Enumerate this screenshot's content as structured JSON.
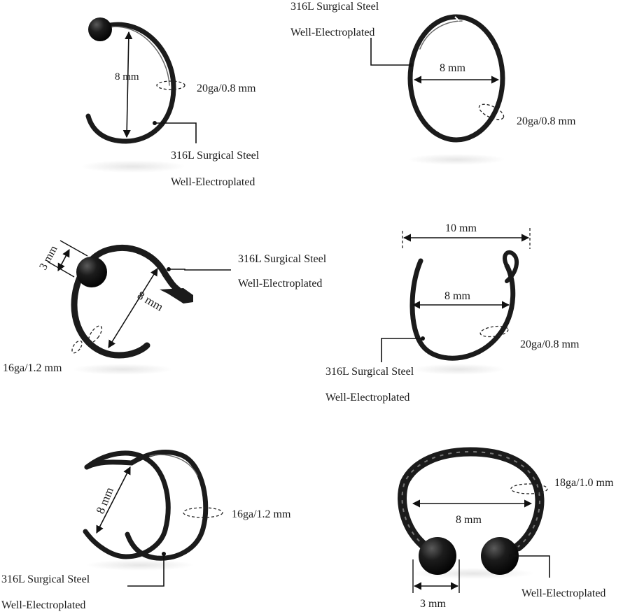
{
  "panels": {
    "p1": {
      "diameter": "8 mm",
      "gauge": "20ga/0.8 mm",
      "material": "316L Surgical Steel",
      "finish": "Well-Electroplated"
    },
    "p2": {
      "diameter": "8 mm",
      "gauge": "20ga/0.8 mm",
      "material": "316L Surgical Steel",
      "finish": "Well-Electroplated"
    },
    "p3": {
      "diameter": "8 mm",
      "ball": "3 mm",
      "gauge": "16ga/1.2 mm",
      "material": "316L Surgical Steel",
      "finish": "Well-Electroplated"
    },
    "p4": {
      "width": "10 mm",
      "diameter": "8 mm",
      "gauge": "20ga/0.8 mm",
      "material": "316L Surgical Steel",
      "finish": "Well-Electroplated"
    },
    "p5": {
      "diameter": "8 mm",
      "gauge": "16ga/1.2 mm",
      "material": "316L Surgical Steel",
      "finish": "Well-Electroplated"
    },
    "p6": {
      "diameter": "8 mm",
      "ball": "3 mm",
      "gauge": "18ga/1.0 mm",
      "finish": "Well-Electroplated"
    }
  },
  "colors": {
    "metal": "#1b1b1b",
    "text": "#1a1a1a",
    "background": "#ffffff"
  }
}
